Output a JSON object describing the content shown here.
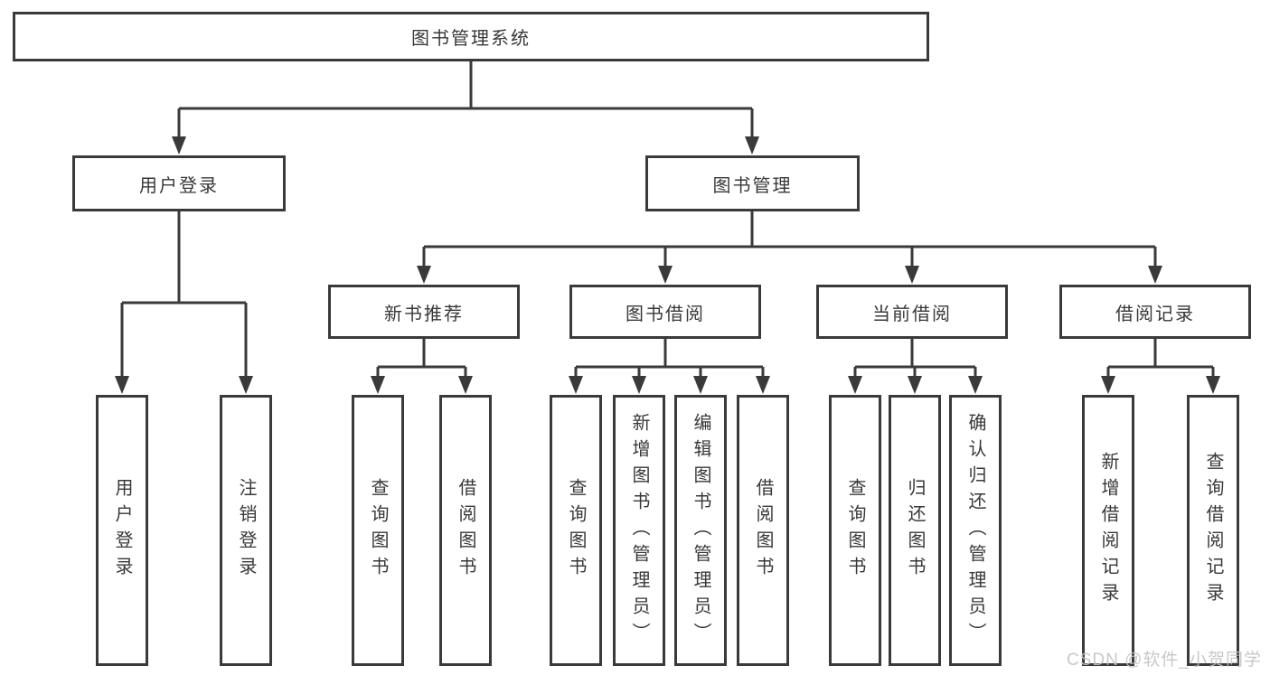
{
  "diagram": {
    "title": "图书管理系统",
    "tree": {
      "root": {
        "label": "图书管理系统"
      },
      "branches": [
        {
          "label": "用户登录",
          "leaves": [
            "用户登录",
            "注销登录"
          ]
        },
        {
          "label": "图书管理",
          "groups": [
            {
              "label": "新书推荐",
              "leaves": [
                "查询图书",
                "借阅图书"
              ]
            },
            {
              "label": "图书借阅",
              "leaves": [
                "查询图书",
                "新增图书（管理员）",
                "编辑图书（管理员）",
                "借阅图书"
              ]
            },
            {
              "label": "当前借阅",
              "leaves": [
                "查询图书",
                "归还图书",
                "确认归还（管理员）"
              ]
            },
            {
              "label": "借阅记录",
              "leaves": [
                "新增借阅记录",
                "查询借阅记录"
              ]
            }
          ]
        }
      ]
    },
    "colors": {
      "line": "#3a3a3a",
      "box_border": "#3a3a3a",
      "text": "#383838",
      "background": "#ffffff",
      "watermark": "#c3c3c3"
    }
  },
  "watermark": {
    "text": "CSDN @软件_小贺同学"
  }
}
